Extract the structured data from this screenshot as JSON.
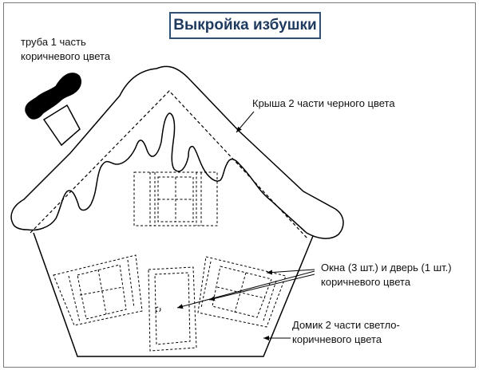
{
  "title": "Выкройка избушки",
  "labels": {
    "chimney_line1": "труба 1 часть",
    "chimney_line2": "коричневого цвета",
    "roof": "Крыша  2 части черного цвета",
    "windows_line1": "Окна (3 шт.) и дверь (1 шт.)",
    "windows_line2": "коричневого цвета",
    "house_line1": "Домик 2 части светло-",
    "house_line2": "коричневого цвета"
  },
  "colors": {
    "title_text": "#1f3a5f",
    "title_border": "#2f4f75",
    "outline": "#000000",
    "chimney_cap": "#000000"
  }
}
